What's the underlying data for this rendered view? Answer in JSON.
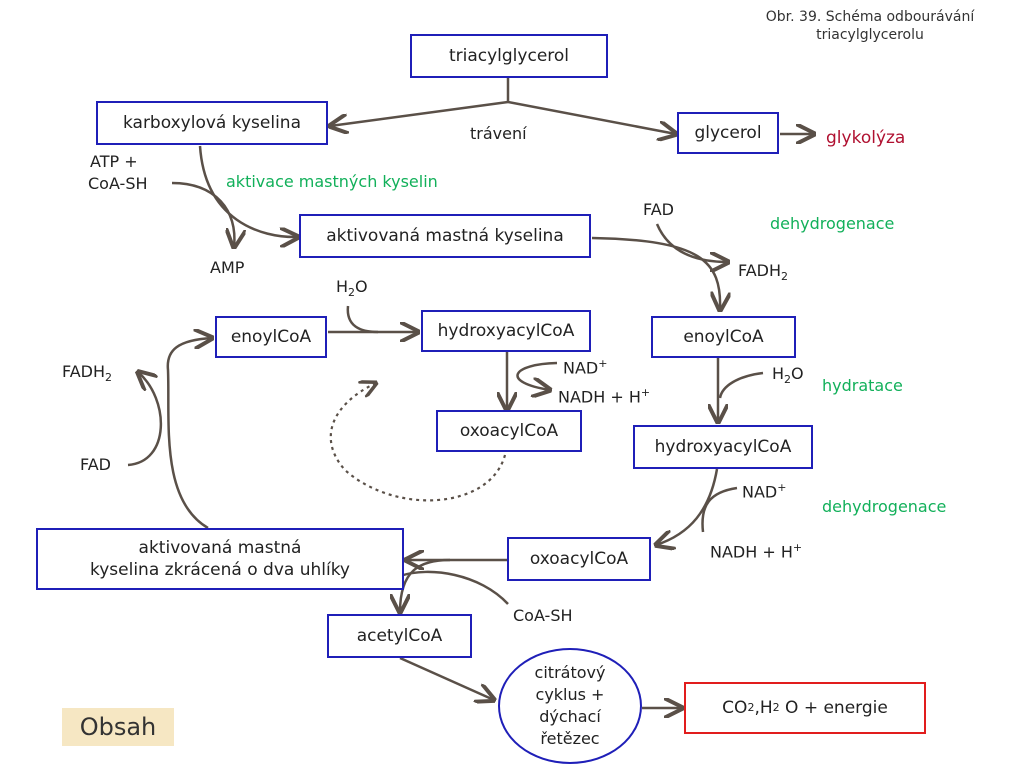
{
  "caption": {
    "line1": "Obr. 39. Schéma odbourávání",
    "line2": "triacylglycerolu"
  },
  "boxes": {
    "triacylglycerol": "triacylglycerol",
    "karboxylova": "karboxylová kyselina",
    "glycerol": "glycerol",
    "aktivovana": "aktivovaná mastná kyselina",
    "enoyl_left": "enoylCoA",
    "hydroxy_mid": "hydroxyacylCoA",
    "oxoacyl_mid": "oxoacylCoA",
    "enoyl_right": "enoylCoA",
    "hydroxy_right": "hydroxyacylCoA",
    "oxoacyl_right": "oxoacylCoA",
    "shortened_line1": "aktivovaná mastná",
    "shortened_line2": "kyselina zkrácená o dva uhlíky",
    "acetylcoa": "acetylCoA"
  },
  "cycle": {
    "line1": "citrátový",
    "line2": "cyklus +",
    "line3": "dýchací",
    "line4": "řetězec"
  },
  "products": {
    "prefix": "CO",
    "sub1": "2",
    "middle": ",H",
    "sub2": "2",
    "suffix": "O + energie"
  },
  "labels": {
    "traveni": "trávení",
    "glykolyza": "glykolýza",
    "atp": "ATP +",
    "coash_top": "CoA-SH",
    "aktivace": "aktivace mastných kyselin",
    "amp": "AMP",
    "fad_top": "FAD",
    "dehydrogenace_top": "dehydrogenace",
    "fadh_right": "FADH",
    "fadh_right_sub": "2",
    "h2o_mid": "H",
    "h2o_mid_sub": "2",
    "h2o_mid_tail": "O",
    "fadh_left": "FADH",
    "fadh_left_sub": "2",
    "fad_left": "FAD",
    "nad_mid": "NAD",
    "nad_mid_sup": "+",
    "nadh_mid": "NADH + H",
    "nadh_mid_sup": "+",
    "h2o_right": "H",
    "h2o_right_sub": "2",
    "h2o_right_tail": "O",
    "hydratace": "hydratace",
    "nad_right": "NAD",
    "nad_right_sup": "+",
    "dehydrogenace_bottom": "dehydrogenace",
    "nadh_right": "NADH + H",
    "nadh_right_sup": "+",
    "coash_bottom": "CoA-SH"
  },
  "obsah": "Obsah",
  "colors": {
    "box_border": "#1f1fb8",
    "arrow": "#5a5048",
    "green": "#12b05a",
    "dark_red": "#b01030",
    "red_border": "#e11d1d",
    "obsah_bg": "#f6e7c3"
  }
}
